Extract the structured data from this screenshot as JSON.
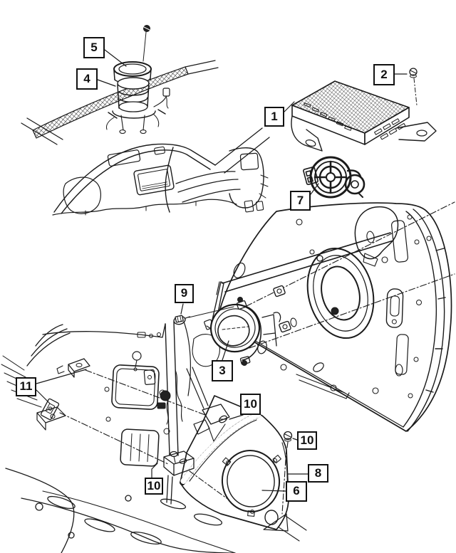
{
  "palette": {
    "background": "#ffffff",
    "line": "#1b1b1b",
    "callout_border": "#111111",
    "callout_text": "#111111"
  },
  "callouts": [
    {
      "label": "5",
      "points_to": "instrument-panel-speaker-grille"
    },
    {
      "label": "4",
      "points_to": "instrument-panel-speaker"
    },
    {
      "label": "2",
      "points_to": "amplifier-mounting-screw"
    },
    {
      "label": "1",
      "points_to": "amplifier-unit"
    },
    {
      "label": "7",
      "points_to": "tweeter-assembly"
    },
    {
      "label": "9",
      "points_to": "hex-head-bolt"
    },
    {
      "label": "3",
      "points_to": "front-door-speaker"
    },
    {
      "label": "11",
      "points_to": "quarter-panel-clips"
    },
    {
      "label": "10",
      "points_to": "enclosure-screw-top"
    },
    {
      "label": "10",
      "points_to": "enclosure-screw-right"
    },
    {
      "label": "8",
      "points_to": "speaker-enclosure-panel"
    },
    {
      "label": "6",
      "points_to": "enclosure-speaker-opening"
    },
    {
      "label": "10",
      "points_to": "enclosure-screw-bottom"
    }
  ]
}
